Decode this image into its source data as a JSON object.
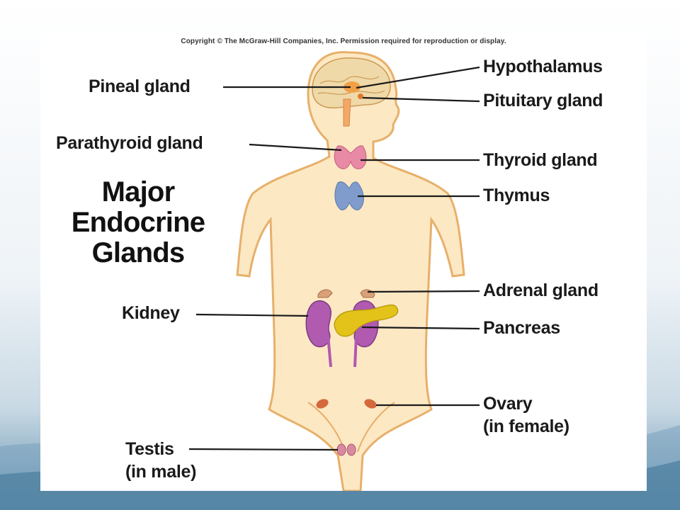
{
  "copyright": "Copyright © The McGraw-Hill Companies, Inc. Permission required for reproduction or display.",
  "title_lines": [
    "Major",
    "Endocrine",
    "Glands"
  ],
  "labels": {
    "pineal": "Pineal gland",
    "parathyroid": "Parathyroid gland",
    "kidney": "Kidney",
    "testis_line1": "Testis",
    "testis_line2": "(in male)",
    "hypothalamus": "Hypothalamus",
    "pituitary": "Pituitary gland",
    "thyroid": "Thyroid gland",
    "thymus": "Thymus",
    "adrenal": "Adrenal gland",
    "pancreas": "Pancreas",
    "ovary_line1": "Ovary",
    "ovary_line2": "(in female)"
  },
  "colors": {
    "body_fill": "#fde8c4",
    "body_outline": "#e7b06a",
    "brain": "#f0d9a8",
    "thyroid": "#e88aa6",
    "thymus": "#7f9ccc",
    "kidney": "#b05ab0",
    "pancreas": "#e3c21a",
    "ovary": "#d46a3c",
    "testis": "#d98aa0",
    "leader_line": "#1a1a1a"
  }
}
